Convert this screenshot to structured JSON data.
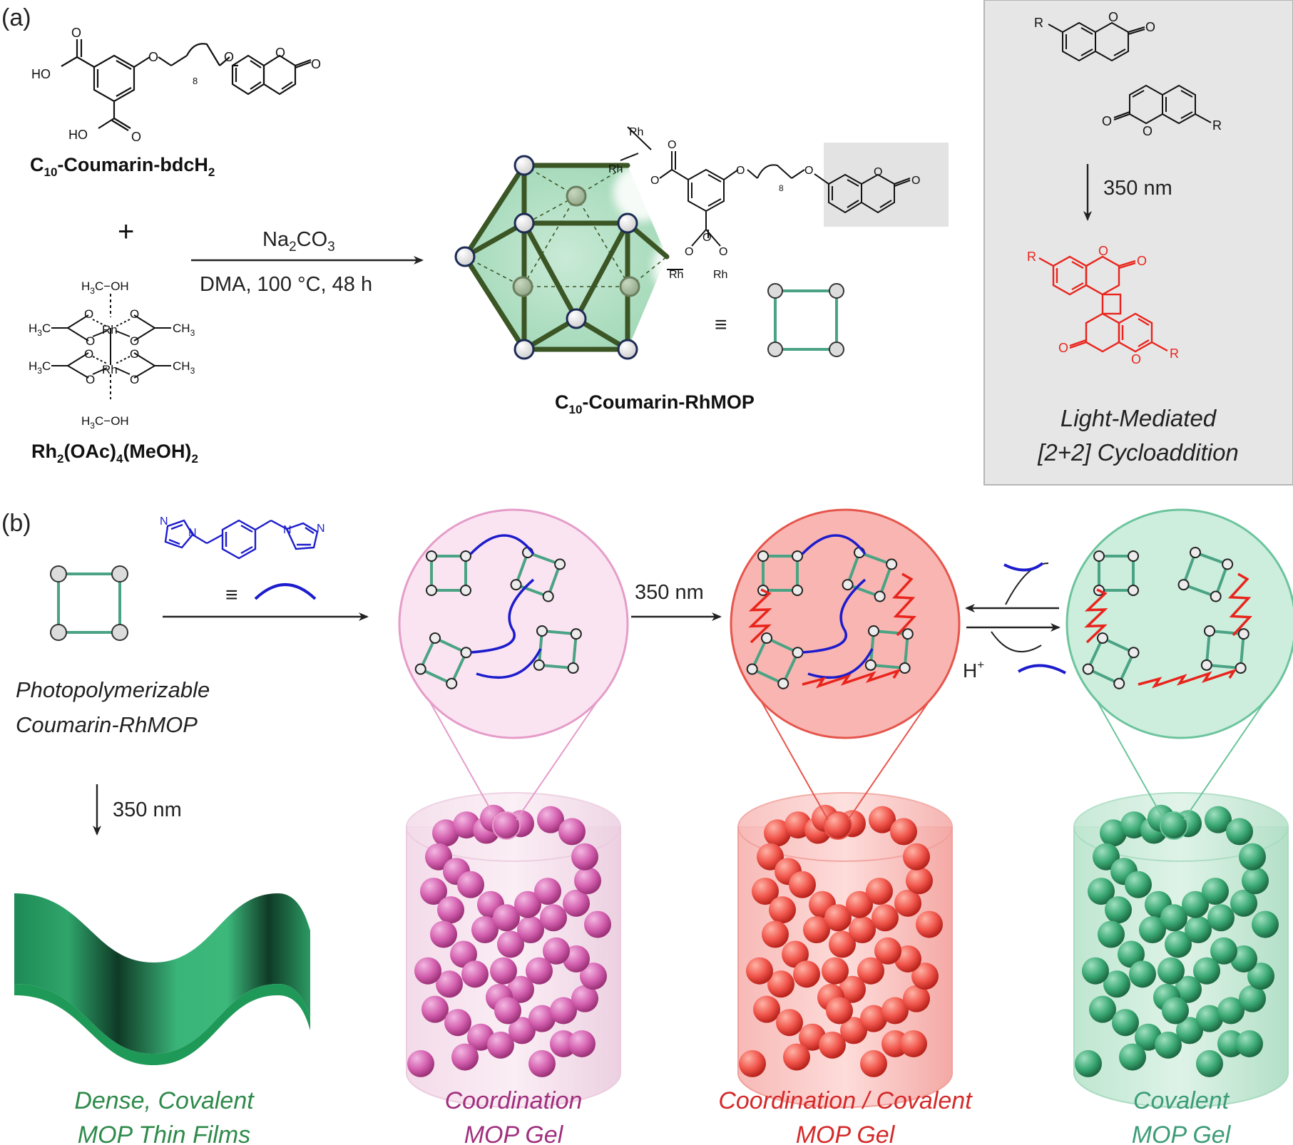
{
  "panel_a": {
    "label": "(a)",
    "ligand_label_main": "C",
    "ligand_label_sub": "10",
    "ligand_label_rest": "-Coumarin-bdcH",
    "ligand_label_sub2": "2",
    "plus": "+",
    "rh_label_main": "Rh",
    "rh_label_sub": "2",
    "rh_label_rest": "(OAc)",
    "rh_label_sub2": "4",
    "rh_label_rest2": "(MeOH)",
    "rh_label_sub3": "2",
    "reagent_top_main": "Na",
    "reagent_top_sub": "2",
    "reagent_top_rest": "CO",
    "reagent_top_sub2": "3",
    "reagent_bottom": "DMA, 100 °C, 48 h",
    "mop_label_main": "C",
    "mop_label_sub": "10",
    "mop_label_rest": "-Coumarin-RhMOP",
    "equiv": "≡",
    "chem": {
      "ho": "HO",
      "o": "O",
      "sub8": "8",
      "rh": "Rh",
      "h3c": "H",
      "h3c_sub": "3",
      "c": "C",
      "oh": "OH",
      "ch3": "CH",
      "ch3_sub": "3",
      "r": "R"
    },
    "box": {
      "wavelength": "350 nm",
      "caption_line1": "Light-Mediated",
      "caption_line2": "[2+2] Cycloaddition"
    }
  },
  "panel_b": {
    "label": "(b)",
    "linker_equiv": "≡",
    "mop_caption_line1": "Photopolymerizable",
    "mop_caption_line2": "Coumarin-RhMOP",
    "wavelength_down": "350 nm",
    "wavelength_mid": "350 nm",
    "acid": "H",
    "acid_sup": "+",
    "captions": {
      "film_line1": "Dense, Covalent",
      "film_line2": "MOP Thin Films",
      "coord_line1": "Coordination",
      "coord_line2": "MOP Gel",
      "mixed_line1": "Coordination / Covalent",
      "mixed_line2": "MOP Gel",
      "cov_line1": "Covalent",
      "cov_line2": "MOP Gel"
    }
  },
  "colors": {
    "teal": "#4aa384",
    "dark_green": "#3a5a24",
    "red": "#e8241c",
    "blue": "#1c1ccc",
    "pink_caption": "#a0307e",
    "red_caption": "#d42a2a",
    "green_caption": "#2e8a4a",
    "teal_caption": "#3d9c78",
    "box_fill": "#e6e6e6"
  }
}
